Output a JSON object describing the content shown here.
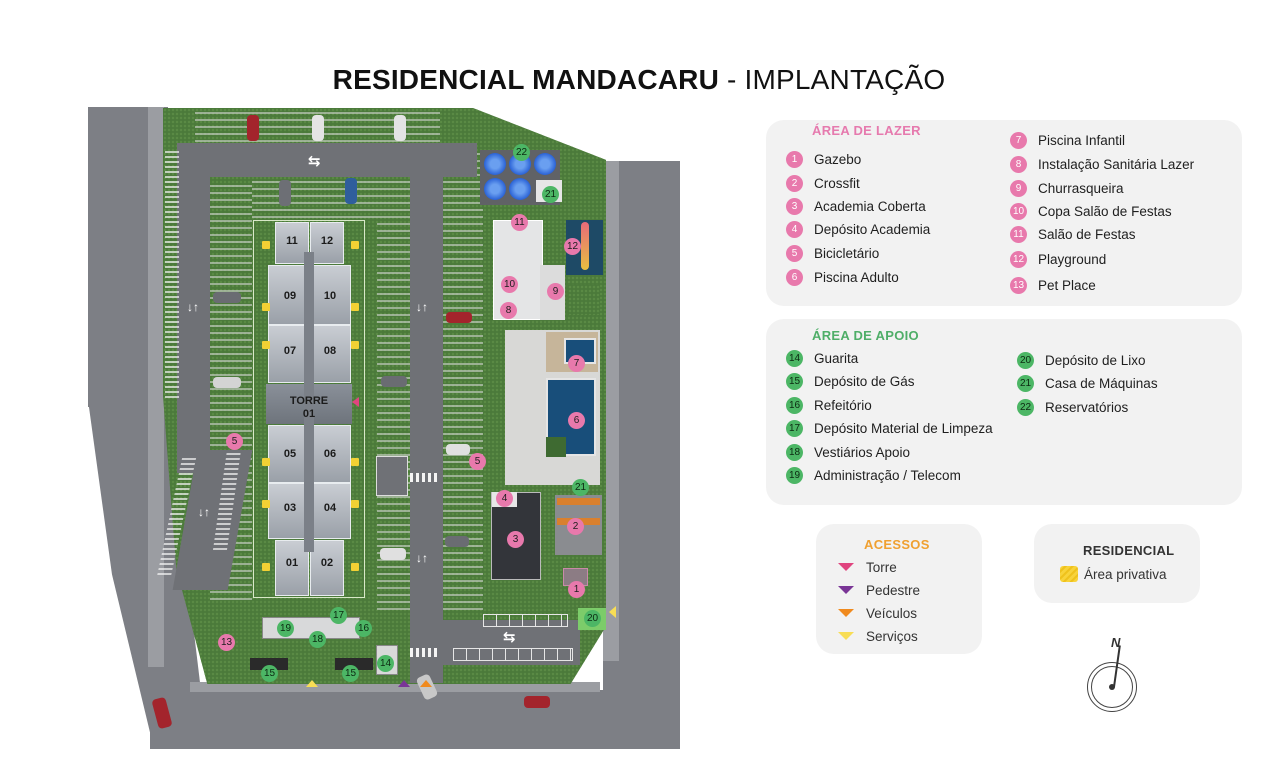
{
  "title": {
    "bold": "RESIDENCIAL MANDACARU",
    "light": " - IMPLANTAÇÃO"
  },
  "map": {
    "tower": {
      "label_line1": "TORRE",
      "label_line2": "01"
    },
    "units": [
      "11",
      "12",
      "09",
      "10",
      "07",
      "08",
      "05",
      "06",
      "03",
      "04",
      "01",
      "02"
    ],
    "traffic_arrows": {
      "two_way_horizontal": "⇆",
      "two_way_vertical": "↓↑"
    },
    "markers": {
      "lazer": [
        "1",
        "2",
        "3",
        "4",
        "5",
        "5",
        "6",
        "7",
        "8",
        "9",
        "10",
        "11",
        "12",
        "13"
      ],
      "apoio": [
        "14",
        "15",
        "15",
        "16",
        "17",
        "18",
        "19",
        "20",
        "21",
        "21",
        "22"
      ]
    }
  },
  "legend": {
    "lazer": {
      "title": "ÁREA DE LAZER",
      "color": "#e879ac",
      "items": [
        {
          "num": "1",
          "label": "Gazebo"
        },
        {
          "num": "2",
          "label": "Crossfit"
        },
        {
          "num": "3",
          "label": "Academia Coberta"
        },
        {
          "num": "4",
          "label": "Depósito Academia"
        },
        {
          "num": "5",
          "label": "Bicicletário"
        },
        {
          "num": "6",
          "label": "Piscina Adulto"
        },
        {
          "num": "7",
          "label": "Piscina Infantil"
        },
        {
          "num": "8",
          "label": "Instalação Sanitária Lazer"
        },
        {
          "num": "9",
          "label": "Churrasqueira"
        },
        {
          "num": "10",
          "label": "Copa Salão de Festas"
        },
        {
          "num": "11",
          "label": "Salão de Festas"
        },
        {
          "num": "12",
          "label": "Playground"
        },
        {
          "num": "13",
          "label": "Pet Place"
        }
      ]
    },
    "apoio": {
      "title": "ÁREA DE APOIO",
      "color": "#4cb665",
      "items": [
        {
          "num": "14",
          "label": "Guarita"
        },
        {
          "num": "15",
          "label": "Depósito de Gás"
        },
        {
          "num": "16",
          "label": "Refeitório"
        },
        {
          "num": "17",
          "label": "Depósito Material de Limpeza"
        },
        {
          "num": "18",
          "label": "Vestiários Apoio"
        },
        {
          "num": "19",
          "label": "Administração / Telecom"
        },
        {
          "num": "20",
          "label": "Depósito de Lixo"
        },
        {
          "num": "21",
          "label": "Casa de Máquinas"
        },
        {
          "num": "22",
          "label": "Reservatórios"
        }
      ]
    },
    "acessos": {
      "title": "ACESSOS",
      "color": "#f0a030",
      "items": [
        {
          "label": "Torre",
          "color": "#e0447f"
        },
        {
          "label": "Pedestre",
          "color": "#7a3596"
        },
        {
          "label": "Veículos",
          "color": "#f08a1e"
        },
        {
          "label": "Serviços",
          "color": "#f8dd55"
        }
      ]
    },
    "residencial": {
      "title": "RESIDENCIAL",
      "items": [
        {
          "label": "Área privativa",
          "color": "#f5cc2c"
        }
      ]
    }
  },
  "compass": {
    "label": "N"
  }
}
